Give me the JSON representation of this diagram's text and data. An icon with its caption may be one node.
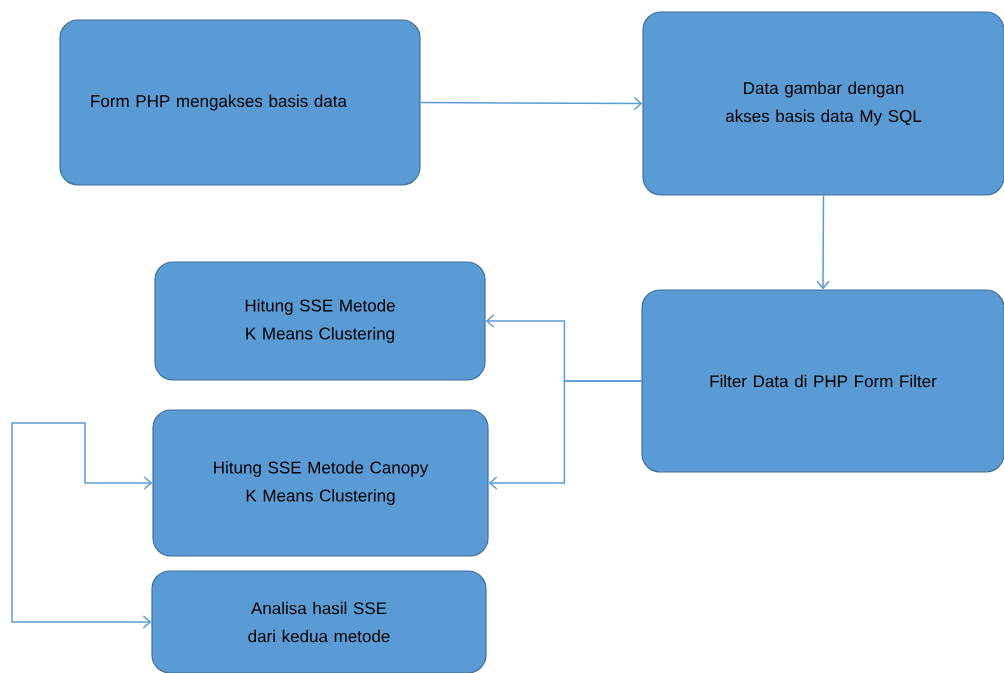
{
  "diagram": {
    "nodes": [
      {
        "text": [
          "Form PHP mengakses basis data"
        ]
      },
      {
        "text": [
          "Data gambar dengan akses basis data My SQL"
        ]
      },
      {
        "text": [
          "Filter Data di PHP Form Filter"
        ]
      },
      {
        "text": [
          "Hitung SSE Metode K Means Clustering"
        ]
      },
      {
        "text": [
          "Hitung SSE Metode Canopy K Means Clustering"
        ]
      },
      {
        "text": [
          "Analisa hasil SSE dari kedua metode"
        ]
      }
    ],
    "edges": [
      {
        "from": 0,
        "to": 1,
        "arrow": "to"
      },
      {
        "from": 1,
        "to": 2,
        "arrow": "to"
      },
      {
        "from": 2,
        "to": 3,
        "arrow": "to"
      },
      {
        "from": 2,
        "to": 4,
        "arrow": "to"
      },
      {
        "from": 4,
        "to": 5,
        "arrow": "both"
      }
    ]
  }
}
